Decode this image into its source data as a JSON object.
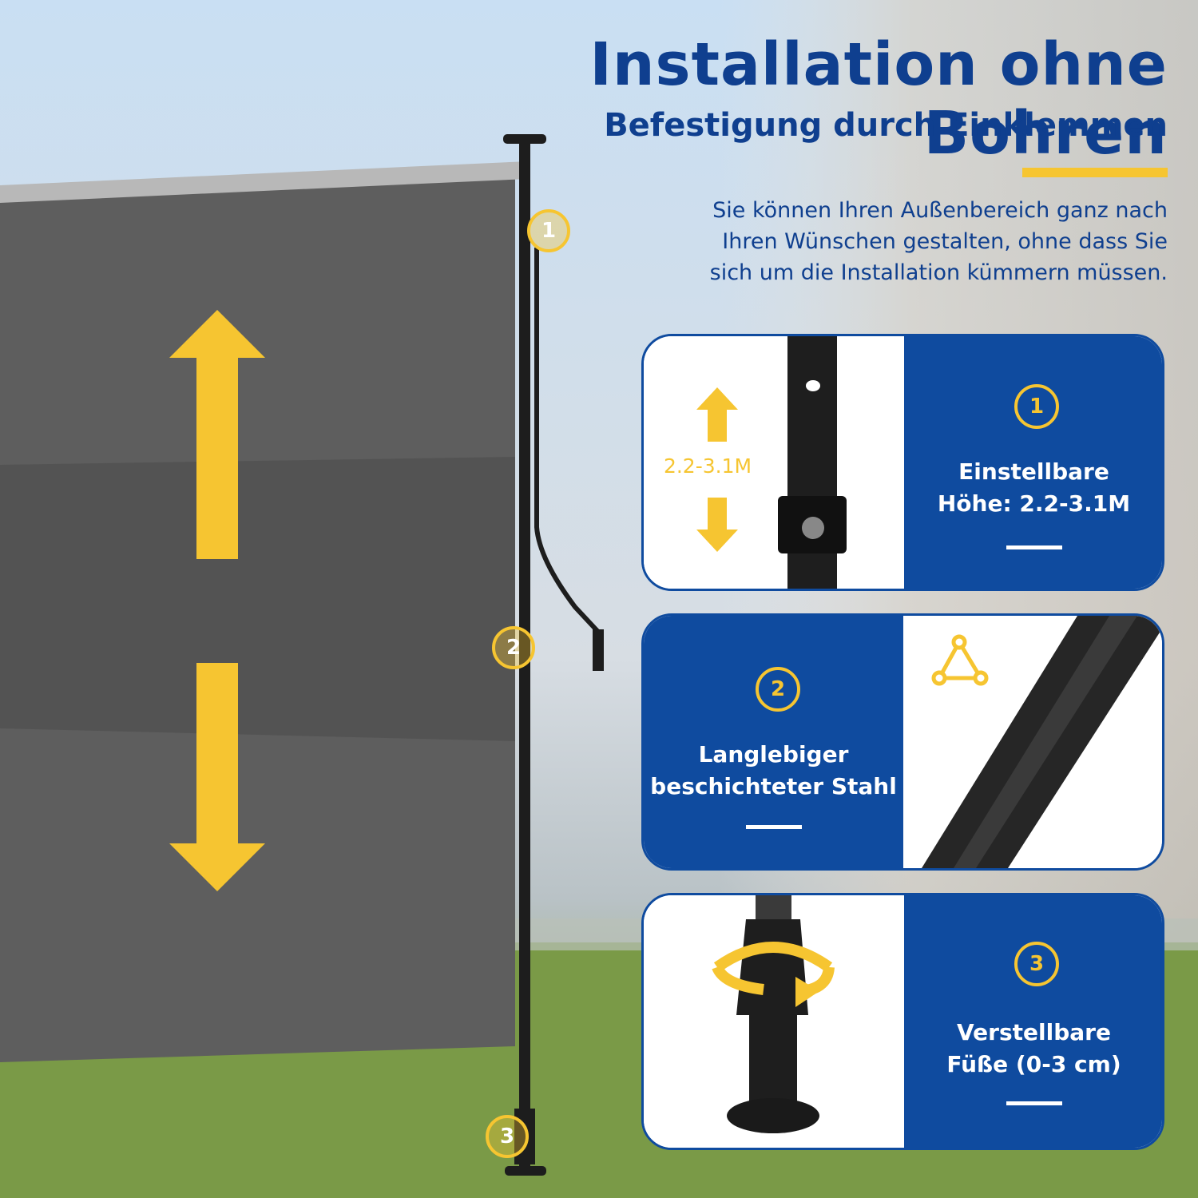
{
  "title": "Installation ohne Bohren",
  "subtitle": "Befestigung durch Einklemmen",
  "description_lines": [
    "Sie können Ihren Außenbereich ganz nach",
    "Ihren Wünschen gestalten, ohne dass Sie",
    "sich um die Installation kümmern müssen."
  ],
  "colors": {
    "brand_blue": "#0f4b9f",
    "accent_yellow": "#f6c531",
    "screen_gray": "#5d5d5d"
  },
  "pole_markers": [
    "1",
    "2",
    "3"
  ],
  "cards": [
    {
      "number": "1",
      "label_lines": [
        "Einstellbare",
        "Höhe: 2.2-3.1M"
      ],
      "height_label": "2.2-3.1M",
      "icon": "telescopic-pole-icon"
    },
    {
      "number": "2",
      "label_lines": [
        "Langlebiger",
        "beschichteter Stahl"
      ],
      "icon": "triangle-structure-icon"
    },
    {
      "number": "3",
      "label_lines": [
        "Verstellbare",
        "Füße (0-3 cm)"
      ],
      "icon": "rotate-foot-icon"
    }
  ]
}
